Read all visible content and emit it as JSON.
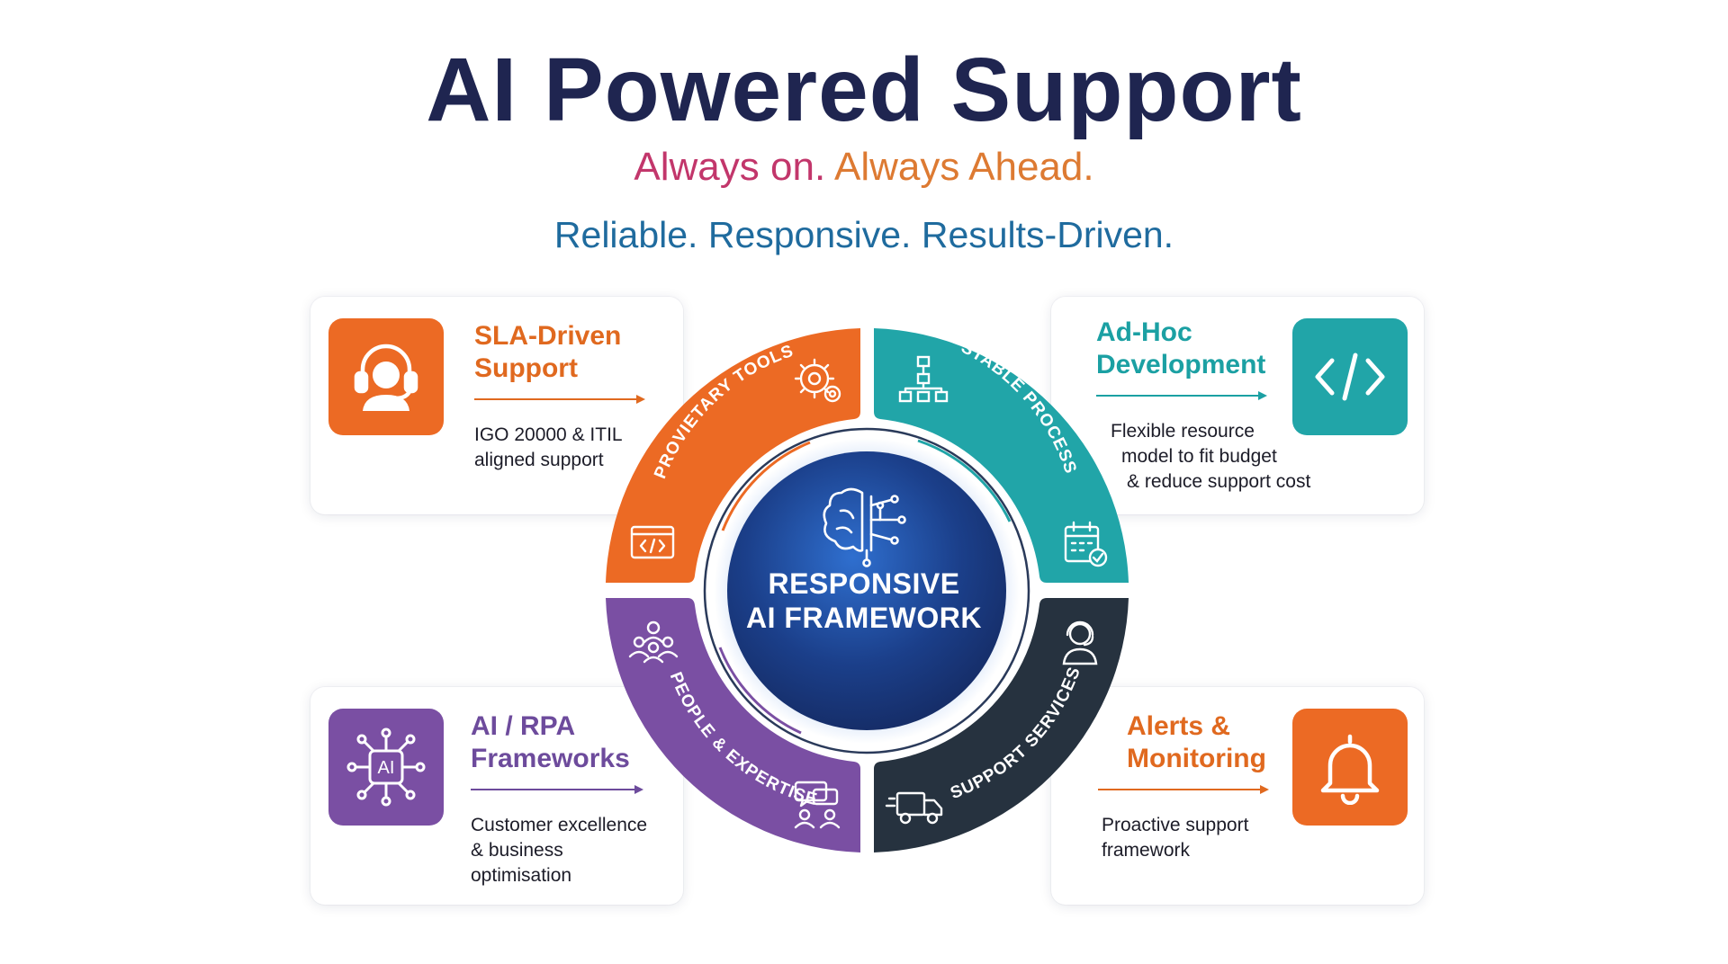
{
  "header": {
    "title": "AI Powered Support",
    "tagline_part1": "Always on.",
    "tagline_part2": "Always Ahead.",
    "subtagline": "Reliable. Responsive. Results-Driven."
  },
  "center": {
    "line1": "RESPONSIVE",
    "line2": "AI FRAMEWORK"
  },
  "segments": {
    "top_left": "PROVIETARY TOOLS",
    "top_right": "STABLE PROCESS",
    "bottom_left": "PEOPLE & EXPERTISE",
    "bottom_right": "SUPPORT SERVICES"
  },
  "cards": {
    "sla": {
      "title_line1": "SLA-Driven",
      "title_line2": "Support",
      "desc_line1": "IGO 20000 & ITIL",
      "desc_line2": "aligned support",
      "icon": "headset-person-icon"
    },
    "adhoc": {
      "title_line1": "Ad-Hoc",
      "title_line2": "Development",
      "desc_line1": "Flexible resource",
      "desc_line2": "model to fit budget",
      "desc_line3": "& reduce support cost",
      "icon": "code-brackets-icon"
    },
    "airpa": {
      "title_line1": "AI / RPA",
      "title_line2": "Frameworks",
      "desc_line1": "Customer excellence",
      "desc_line2": "& business",
      "desc_line3": "optimisation",
      "icon": "ai-chip-icon",
      "icon_text": "AI"
    },
    "alerts": {
      "title_line1": "Alerts &",
      "title_line2": "Monitoring",
      "desc_line1": "Proactive support",
      "desc_line2": "framework",
      "icon": "bell-icon"
    }
  },
  "colors": {
    "navy": "#1f2550",
    "orange": "#ec6a24",
    "teal": "#21a5a8",
    "purple": "#7a4fa3",
    "dark": "#26323f",
    "pink": "#c2366b"
  }
}
